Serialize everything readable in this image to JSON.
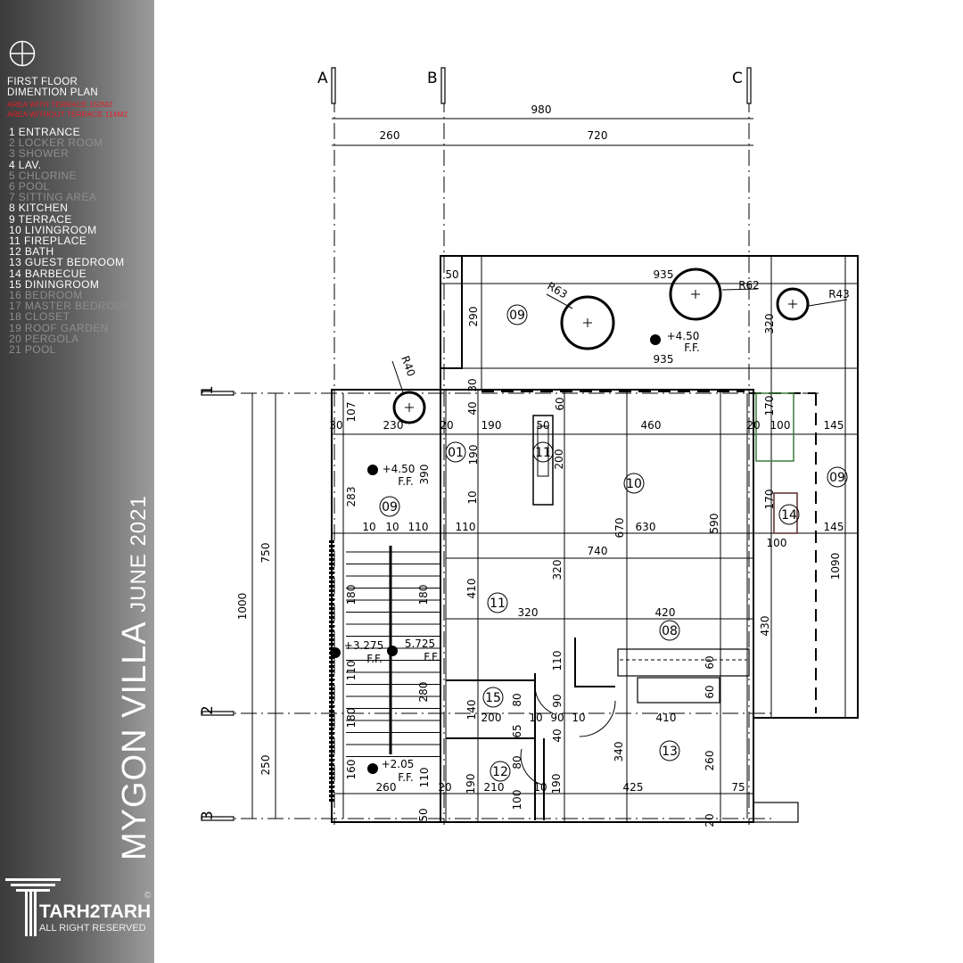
{
  "sidebar": {
    "title_line1": "FIRST FLOOR",
    "title_line2": "DIMENTION PLAN",
    "area_with_terrace": "AREA WITH TERRACE 152M2",
    "area_without_terrace": "AREA WITHOUT TERRACE 114M2",
    "legend": [
      {
        "label": "1 ENTRANCE",
        "active": true
      },
      {
        "label": "2 LOCKER ROOM",
        "active": false
      },
      {
        "label": "3 SHOWER",
        "active": false
      },
      {
        "label": "4 LAV.",
        "active": true
      },
      {
        "label": "5 CHLORINE",
        "active": false
      },
      {
        "label": "6 POOL",
        "active": false
      },
      {
        "label": "7 SITTING AREA",
        "active": false
      },
      {
        "label": "8 KITCHEN",
        "active": true
      },
      {
        "label": "9 TERRACE",
        "active": true
      },
      {
        "label": "10 LIVINGROOM",
        "active": true
      },
      {
        "label": "11 FIREPLACE",
        "active": true
      },
      {
        "label": "12 BATH",
        "active": true
      },
      {
        "label": "13 GUEST BEDROOM",
        "active": true
      },
      {
        "label": "14 BARBECUE",
        "active": true
      },
      {
        "label": "15 DININGROOM",
        "active": true
      },
      {
        "label": "16 BEDROOM",
        "active": false
      },
      {
        "label": "17 MASTER BEDROOM",
        "active": false
      },
      {
        "label": "18 CLOSET",
        "active": false
      },
      {
        "label": "19 ROOF GARDEN",
        "active": false
      },
      {
        "label": "20 PERGOLA",
        "active": false
      },
      {
        "label": "21 POOL",
        "active": false
      }
    ],
    "project_title": "MYGON VILLA",
    "project_date": "JUNE 2021",
    "logo_brand": "TARH2TARH",
    "logo_rights": "ALL RIGHT RESERVED",
    "logo_copyright": "©"
  },
  "colors": {
    "accent_red": "#e0202a",
    "legend_active": "#ffffff",
    "legend_inactive": "#8e8e8e",
    "planter_green": "#3a7a3a"
  },
  "plan": {
    "grid_columns": [
      "A",
      "B",
      "C"
    ],
    "grid_rows": [
      "1",
      "2",
      "3"
    ],
    "room_tags": [
      "09",
      "01",
      "11",
      "10",
      "09",
      "09",
      "14",
      "11",
      "08",
      "15",
      "13",
      "12"
    ],
    "dimensions": [
      "980",
      "260",
      "720",
      "1000",
      "750",
      "250",
      "50",
      "935",
      "R63",
      "290",
      "R62",
      "R43",
      "320",
      "+4.50",
      "F.F.",
      "935",
      "R40",
      "107",
      "30",
      "230",
      "20",
      "190",
      "40",
      "30",
      "60",
      "50",
      "460",
      "20",
      "170",
      "100",
      "145",
      "190",
      "200",
      "10",
      "+4.50",
      "F.F.",
      "390",
      "283",
      "170",
      "10",
      "10",
      "110",
      "110",
      "670",
      "630",
      "590",
      "145",
      "100",
      "740",
      "320",
      "410",
      "320",
      "420",
      "430",
      "180",
      "180",
      "+3.275",
      "F.F.",
      "5.725",
      "F.F.",
      "110",
      "280",
      "180",
      "160",
      "+2.05",
      "F.F.",
      "110",
      "260",
      "50",
      "110",
      "60",
      "60",
      "80",
      "140",
      "200",
      "10",
      "90",
      "10",
      "410",
      "90",
      "65",
      "40",
      "340",
      "260",
      "80",
      "190",
      "210",
      "190",
      "425",
      "75",
      "20",
      "10",
      "100",
      "20",
      "1090"
    ]
  }
}
